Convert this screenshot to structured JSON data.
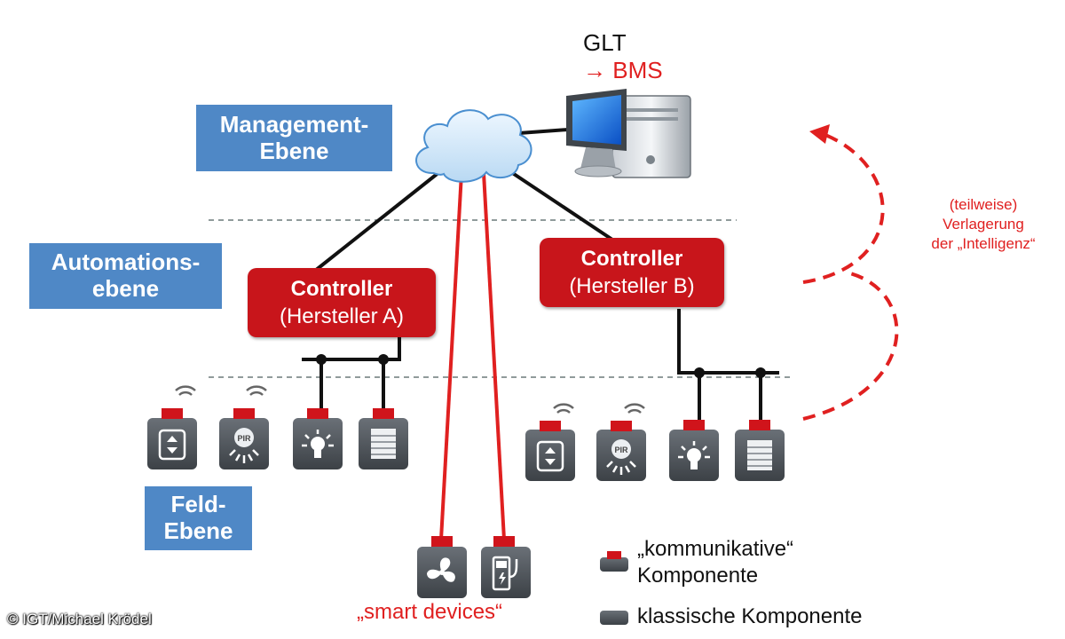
{
  "levels": {
    "management": [
      "Management-",
      "Ebene"
    ],
    "automation": [
      "Automations-",
      "ebene"
    ],
    "field": [
      "Feld-",
      "Ebene"
    ]
  },
  "glt": {
    "title": "GLT",
    "bms": "BMS"
  },
  "controllers": {
    "a": {
      "title": "Controller",
      "maker": "(Hersteller A)"
    },
    "b": {
      "title": "Controller",
      "maker": "(Hersteller B)"
    }
  },
  "device_icons": {
    "left": [
      "blind-switch-icon",
      "pir-sensor-icon",
      "lamp-icon",
      "shutter-icon"
    ],
    "right": [
      "blind-switch-icon",
      "pir-sensor-icon",
      "lamp-icon",
      "shutter-icon"
    ],
    "smart": [
      "fan-icon",
      "charging-station-icon"
    ],
    "pir_label": "PIR"
  },
  "shift_note": [
    "(teilweise)",
    "Verlagerung",
    "der „Intelligenz“"
  ],
  "smart_devices": "„smart devices“",
  "legend": {
    "communicative": [
      "„kommunikative“",
      "Komponente"
    ],
    "classic": "klassische Komponente"
  },
  "copyright": "© IGT/Michael Krödel",
  "colors": {
    "accent": "#e02020",
    "controller": "#c8151b",
    "level_box": "#4f88c6",
    "device": "#4d5258"
  }
}
